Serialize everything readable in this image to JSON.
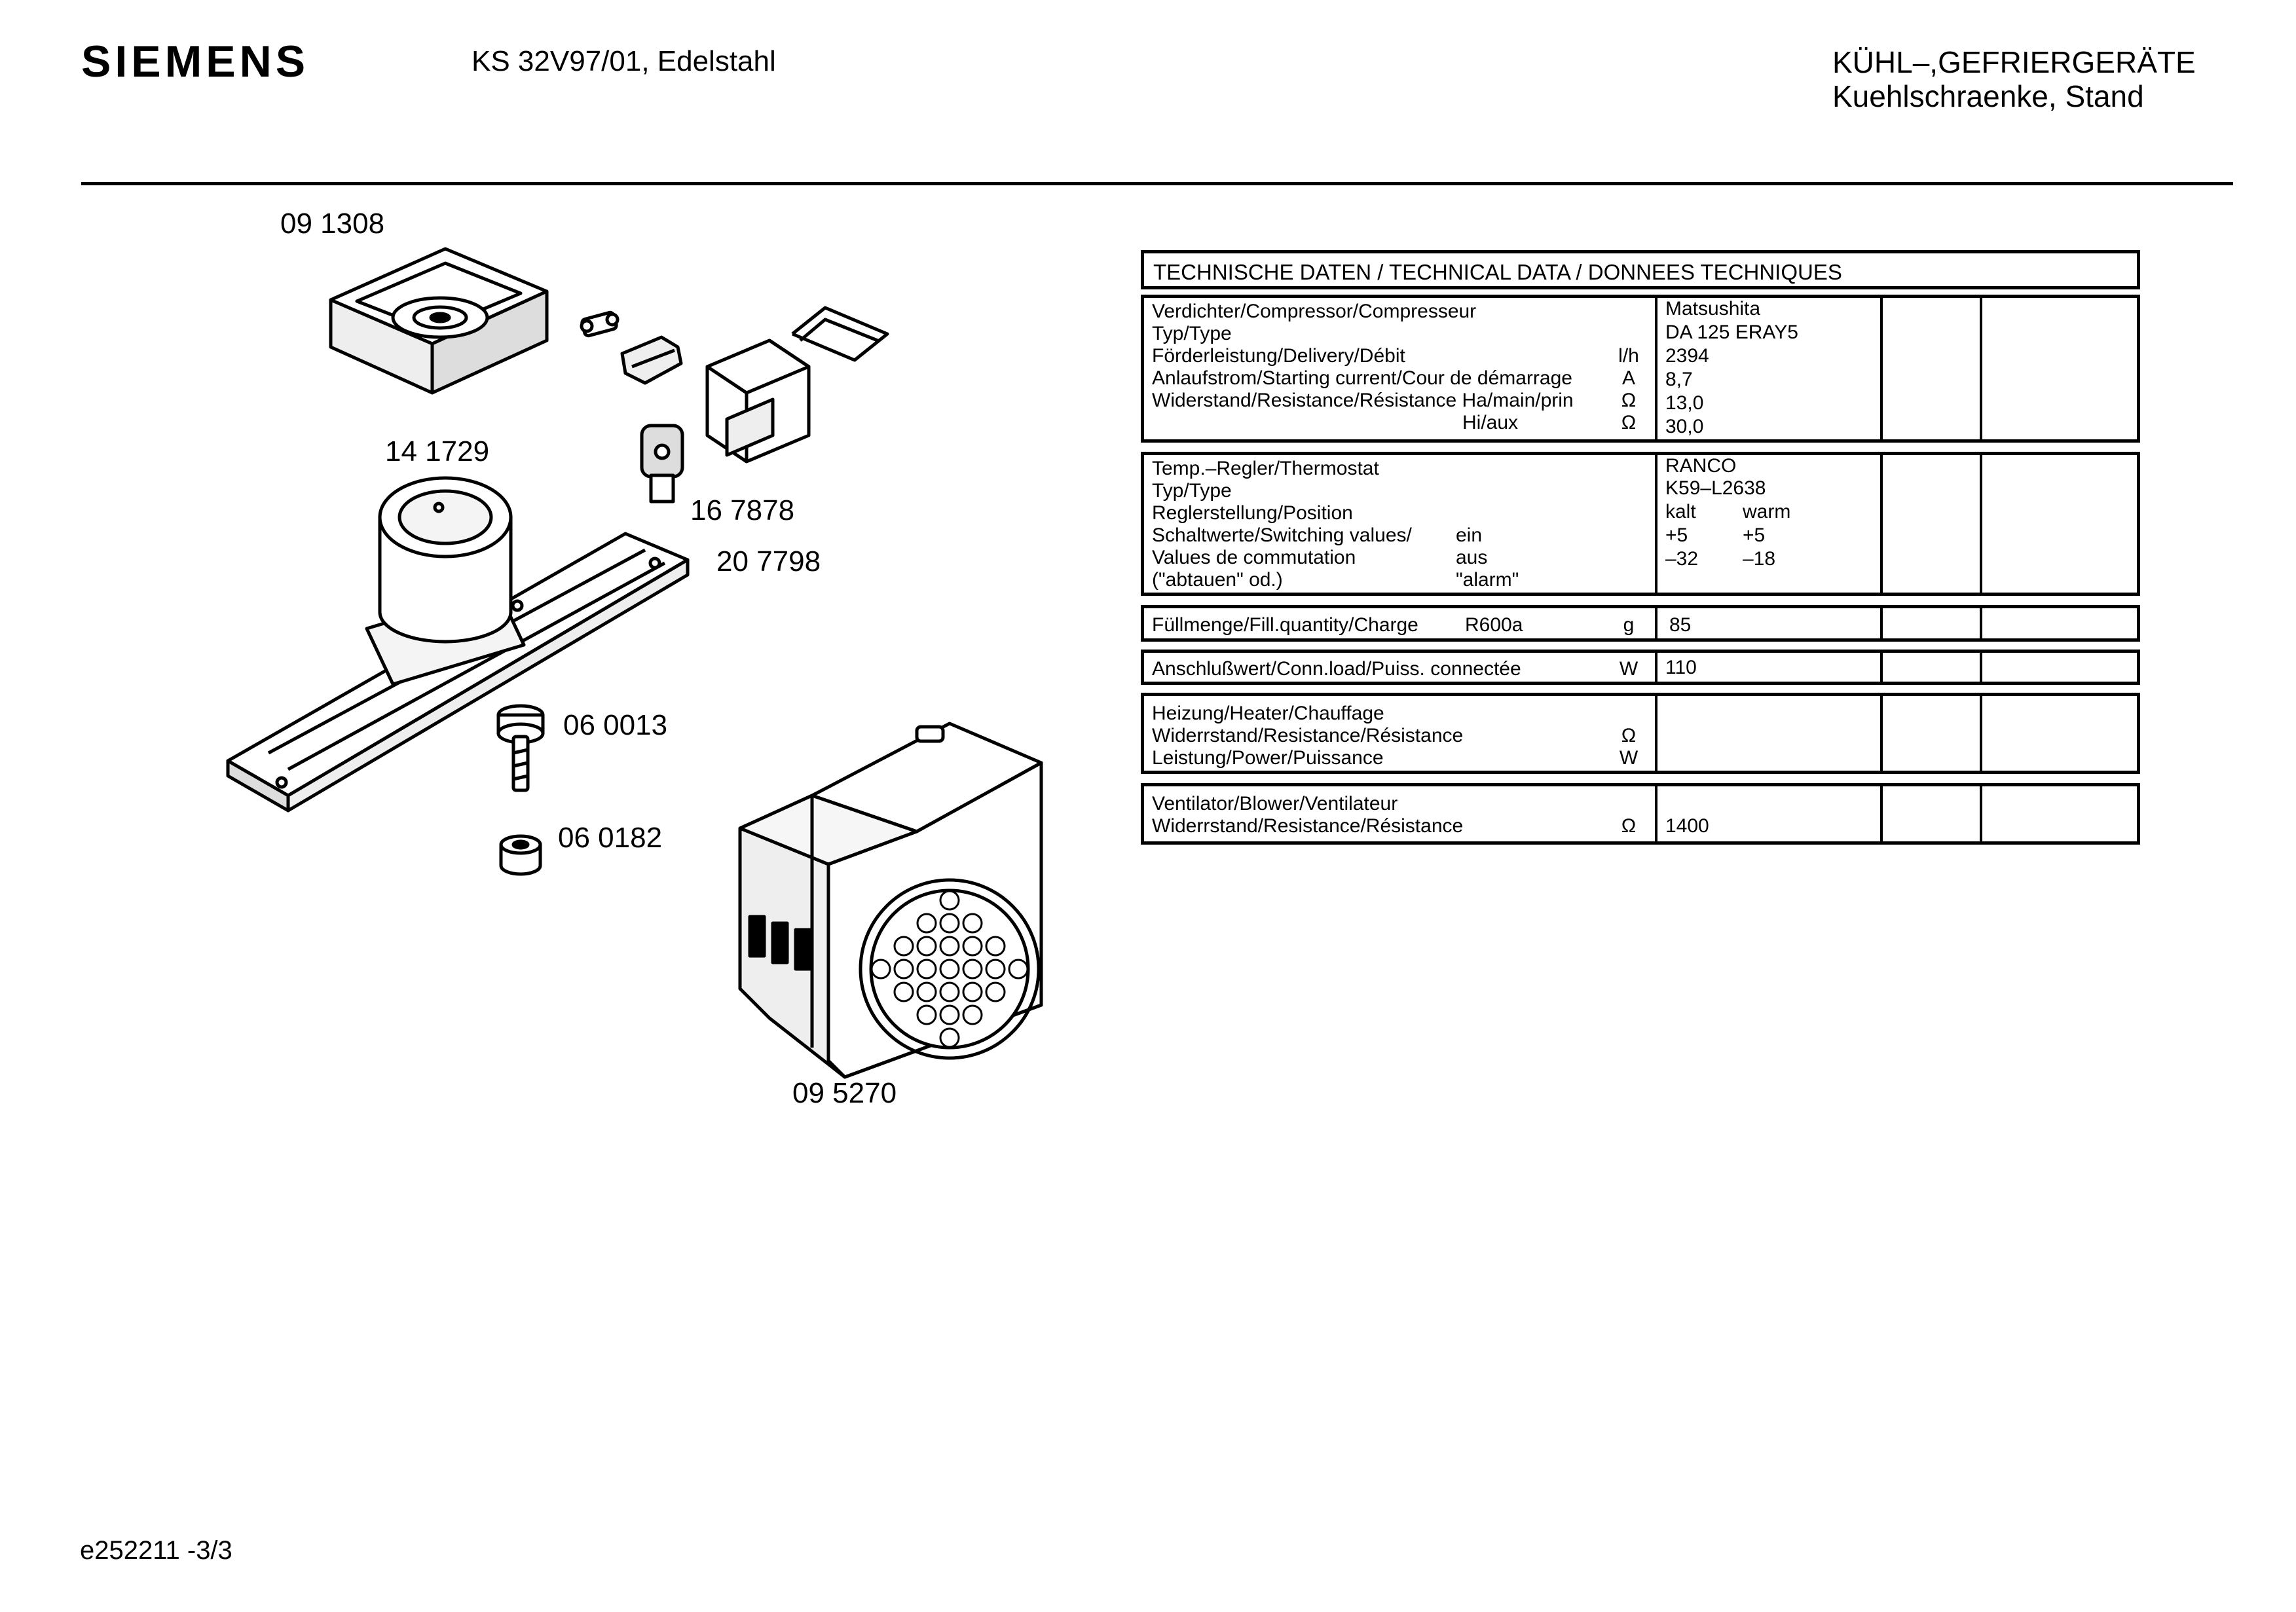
{
  "header": {
    "brand": "SIEMENS",
    "model": "KS 32V97/01, Edelstahl",
    "category_1": "KÜHL–,GEFRIERGERÄTE",
    "category_2": "Kuehlschraenke, Stand"
  },
  "parts": {
    "p091308": "09 1308",
    "p141729": "14 1729",
    "p167878": "16 7878",
    "p207798": "20 7798",
    "p060013": "06 0013",
    "p060182": "06 0182",
    "p095270": "09 5270"
  },
  "tech": {
    "title": "TECHNISCHE DATEN / TECHNICAL DATA / DONNEES TECHNIQUES",
    "compressor": {
      "labels": [
        "Verdichter/Compressor/Compresseur",
        "Typ/Type",
        "Förderleistung/Delivery/Débit",
        "Anlaufstrom/Starting current/Cour de démarrage",
        "Widerstand/Resistance/Résistance Ha/main/prin",
        ""
      ],
      "sub": [
        "",
        "",
        "",
        "",
        "",
        "Hi/aux"
      ],
      "units": [
        "",
        "",
        "l/h",
        "A",
        "Ω",
        "Ω"
      ],
      "values": [
        "Matsushita",
        "DA 125 ERAY5",
        "2394",
        "8,7",
        "13,0",
        "30,0"
      ]
    },
    "thermostat": {
      "labels": [
        "Temp.–Regler/Thermostat",
        "Typ/Type",
        "Reglerstellung/Position",
        "Schaltwerte/Switching values/",
        "Values de commutation",
        "(\"abtauen\" od.)"
      ],
      "sub": [
        "",
        "",
        "",
        "ein",
        "aus",
        "\"alarm\""
      ],
      "values": [
        "RANCO",
        "K59–L2638",
        "kalt",
        "+5",
        "–32",
        ""
      ],
      "values2": [
        "",
        "",
        "warm",
        "+5",
        "–18",
        ""
      ]
    },
    "charge": {
      "label": "Füllmenge/Fill.quantity/Charge",
      "sub": "R600a",
      "unit": "g",
      "value": "85"
    },
    "power": {
      "label": "Anschlußwert/Conn.load/Puiss. connectée",
      "unit": "W",
      "value": "110"
    },
    "heater": {
      "labels": [
        "Heizung/Heater/Chauffage",
        "Widerrstand/Resistance/Résistance",
        "Leistung/Power/Puissance"
      ],
      "units": [
        "",
        "Ω",
        "W"
      ],
      "values": [
        "",
        "",
        ""
      ]
    },
    "fan": {
      "labels": [
        "Ventilator/Blower/Ventilateur",
        "Widerrstand/Resistance/Résistance"
      ],
      "units": [
        "",
        "Ω"
      ],
      "values": [
        "",
        "1400"
      ]
    }
  },
  "footer": {
    "code": "e252211 -3/3"
  }
}
